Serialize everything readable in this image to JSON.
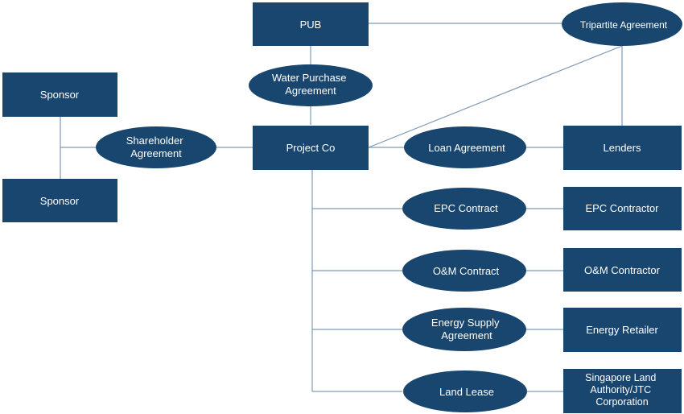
{
  "colors": {
    "node_fill": "#18466f",
    "node_text": "#ffffff",
    "connector": "#7f9bb5",
    "background": "#ffffff"
  },
  "nodes": {
    "pub": "PUB",
    "tripartite_agreement": "Tripartite Agreement",
    "water_purchase_agreement": [
      "Water Purchase",
      "Agreement"
    ],
    "sponsor_top": "Sponsor",
    "sponsor_bottom": "Sponsor",
    "shareholder_agreement": [
      "Shareholder",
      "Agreement"
    ],
    "project_co": "Project Co",
    "loan_agreement": "Loan Agreement",
    "lenders": "Lenders",
    "epc_contract": "EPC Contract",
    "epc_contractor": "EPC Contractor",
    "om_contract": "O&M Contract",
    "om_contractor": "O&M Contractor",
    "energy_supply_agreement": [
      "Energy Supply",
      "Agreement"
    ],
    "energy_retailer": "Energy Retailer",
    "land_lease": "Land Lease",
    "singapore_land_authority": [
      "Singapore Land",
      "Authority/JTC",
      "Corporation"
    ]
  }
}
